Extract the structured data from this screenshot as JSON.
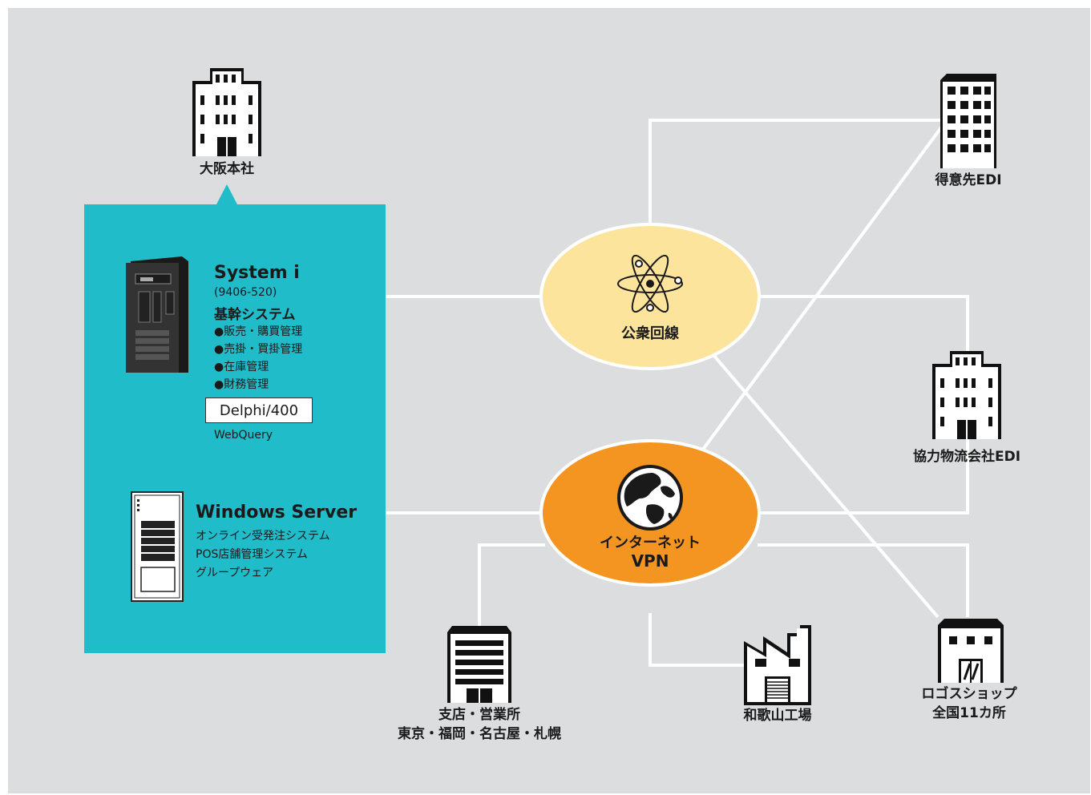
{
  "osaka_hq": {
    "label": "大阪本社"
  },
  "system_i": {
    "title": "System i",
    "model": "(9406-520)",
    "subtitle": "基幹システム",
    "items": [
      "●販売・購買管理",
      "●売掛・買掛管理",
      "●在庫管理",
      "●財務管理"
    ],
    "tool_box": "Delphi/400",
    "tool_note": "WebQuery"
  },
  "windows_server": {
    "title": "Windows Server",
    "items": [
      "オンライン受発注システム",
      "POS店舗管理システム",
      "グループウェア"
    ]
  },
  "public_line": {
    "label": "公衆回線"
  },
  "internet_vpn": {
    "label_line1": "インターネット",
    "label_line2": "VPN"
  },
  "nodes": {
    "customer_edi": "得意先EDI",
    "logistics_edi": "協力物流会社EDI",
    "logo_shop_line1": "ロゴスショップ",
    "logo_shop_line2": "全国11カ所",
    "wakayama": "和歌山工場",
    "branch_line1": "支店・営業所",
    "branch_line2": "東京・福岡・名古屋・札幌"
  },
  "colors": {
    "background": "#dcdddf",
    "hq_panel": "#20bcca",
    "public_line_fill": "#fde49c",
    "internet_fill": "#f49421",
    "line": "#ffffff"
  },
  "icons": [
    "office-building-icon",
    "tower-server-icon",
    "rack-server-icon",
    "atom-icon",
    "globe-icon",
    "factory-icon",
    "shop-icon"
  ]
}
